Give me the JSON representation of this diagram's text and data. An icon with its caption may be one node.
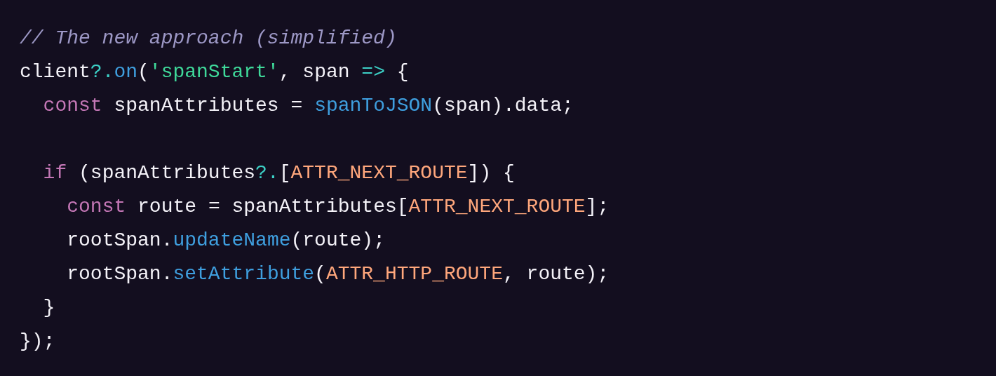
{
  "diagram": {
    "labels": [
      "// The new approach (simplified)",
      "client?.on('spanStart', span => {",
      "  const spanAttributes = spanToJSON(span).data;",
      "  if (spanAttributes?.[ATTR_NEXT_ROUTE]) {",
      "    const route = spanAttributes[ATTR_NEXT_ROUTE];",
      "    rootSpan.updateName(route);",
      "    rootSpan.setAttribute(ATTR_HTTP_ROUTE, route);",
      "  }",
      "});"
    ]
  }
}
